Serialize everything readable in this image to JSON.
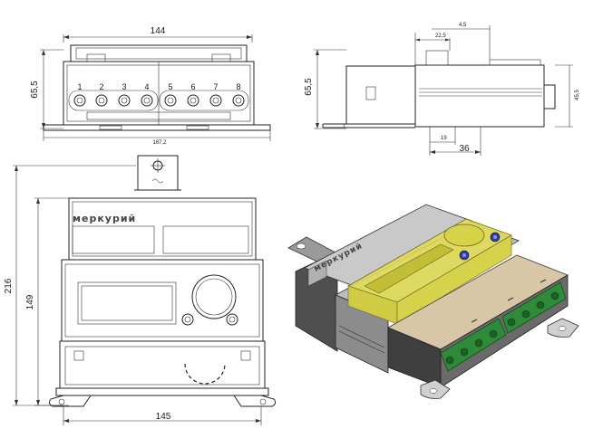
{
  "dimensions": {
    "front_width": "144",
    "front_height": "65,5",
    "front_base": "167,2",
    "side_height": "65,5",
    "side_inner_height": "45,5",
    "side_top_small": "4,5",
    "side_top": "22,5",
    "side_bottom_small": "19",
    "side_bottom": "36",
    "main_total_height": "216",
    "main_body_height": "149",
    "main_width": "145"
  },
  "terminal_numbers": [
    "1",
    "2",
    "3",
    "4",
    "5",
    "6",
    "7",
    "8"
  ],
  "brand": "меркурий",
  "colors": {
    "line": "#222222",
    "lcd_yellow": "#d9d64a",
    "terminal_green": "#2e8b3a",
    "body_gray": "#b8b8b8",
    "body_dark": "#5a5a5a",
    "button_blue": "#2a3bb5"
  },
  "icons": {
    "mount_hole": "circle-with-crosshair",
    "button": "double-circle"
  }
}
